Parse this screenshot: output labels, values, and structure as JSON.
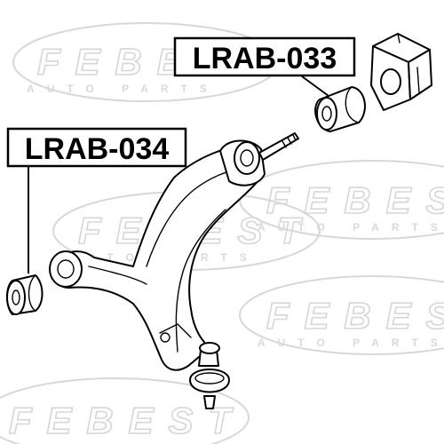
{
  "watermark": {
    "brand": "FEBEST",
    "tagline": "AUTO PARTS"
  },
  "labels": {
    "part_a": "LRAB-033",
    "part_b": "LRAB-034"
  },
  "colors": {
    "watermark": "#d6d6d6",
    "ink": "#000000",
    "background": "#ffffff"
  }
}
